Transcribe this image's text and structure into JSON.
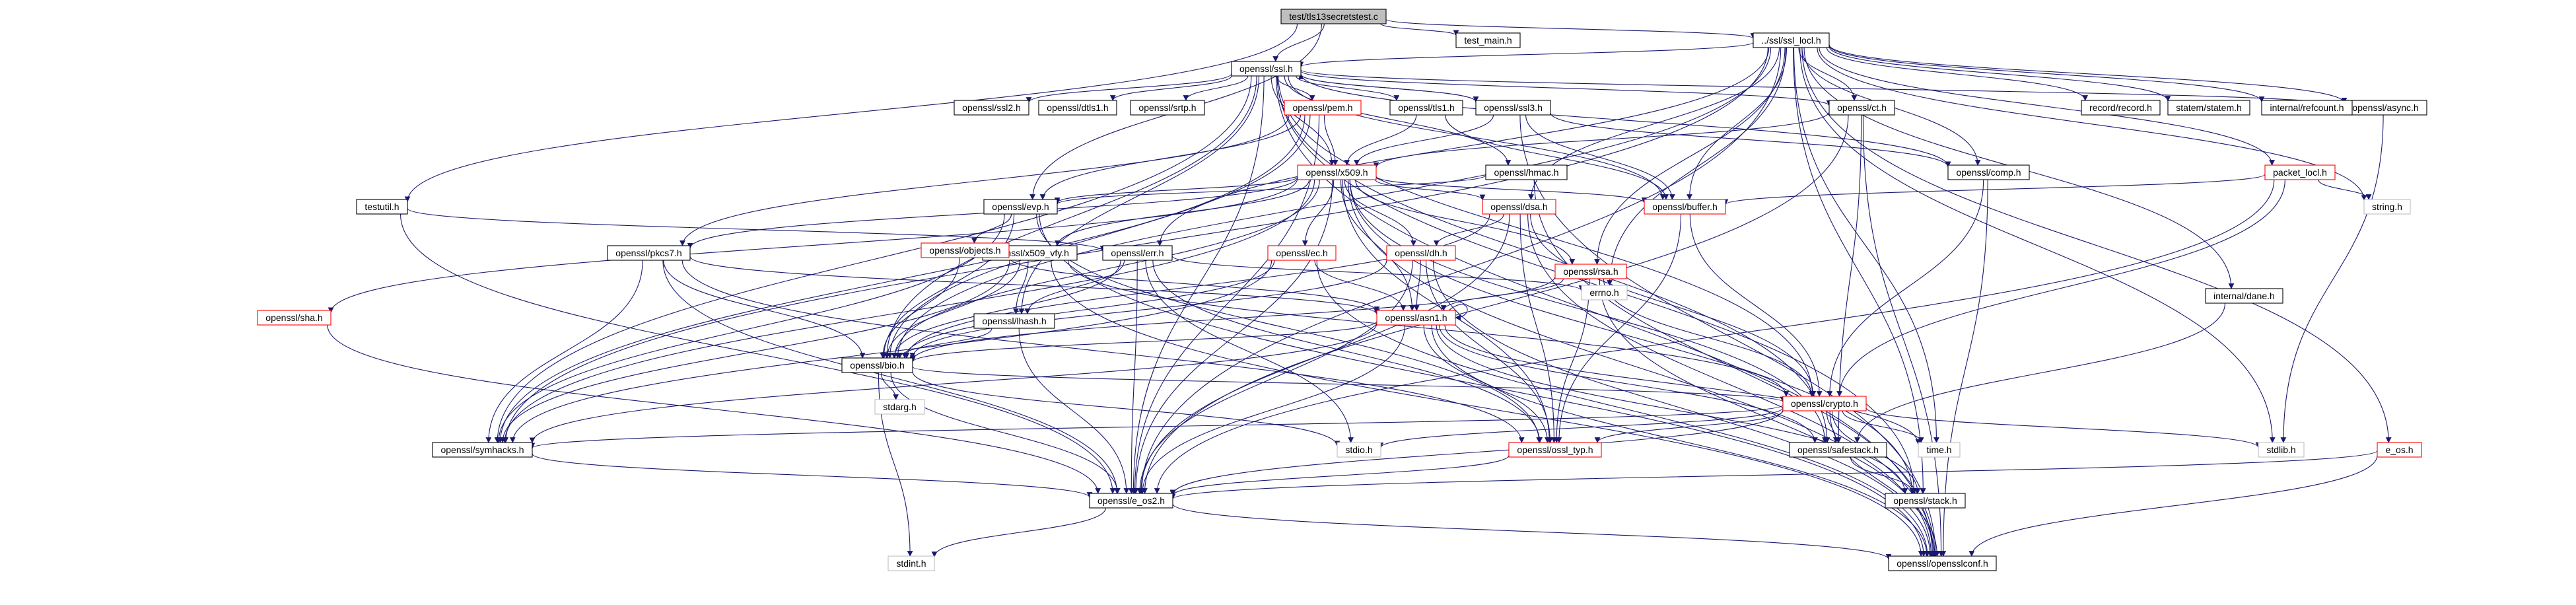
{
  "graph": {
    "nodes": [
      {
        "id": "root",
        "label": "test/tls13secretstest.c",
        "fill": "#bfbfbf",
        "stroke": "#000000"
      },
      {
        "id": "ssl_locl",
        "label": "../ssl/ssl_locl.h",
        "fill": "#ffffff",
        "stroke": "#000000"
      },
      {
        "id": "test_main",
        "label": "test_main.h",
        "fill": "#ffffff",
        "stroke": "#000000"
      },
      {
        "id": "ssl",
        "label": "openssl/ssl.h",
        "fill": "#ffffff",
        "stroke": "#000000"
      },
      {
        "id": "testutil",
        "label": "testutil.h",
        "fill": "#ffffff",
        "stroke": "#000000"
      },
      {
        "id": "ssl2",
        "label": "openssl/ssl2.h",
        "fill": "#ffffff",
        "stroke": "#000000"
      },
      {
        "id": "dtls1",
        "label": "openssl/dtls1.h",
        "fill": "#ffffff",
        "stroke": "#000000"
      },
      {
        "id": "srtp",
        "label": "openssl/srtp.h",
        "fill": "#ffffff",
        "stroke": "#000000"
      },
      {
        "id": "pem",
        "label": "openssl/pem.h",
        "fill": "#ffffff",
        "stroke": "#ff0000"
      },
      {
        "id": "tls1",
        "label": "openssl/tls1.h",
        "fill": "#ffffff",
        "stroke": "#000000"
      },
      {
        "id": "ssl3",
        "label": "openssl/ssl3.h",
        "fill": "#ffffff",
        "stroke": "#000000"
      },
      {
        "id": "ct",
        "label": "openssl/ct.h",
        "fill": "#ffffff",
        "stroke": "#000000"
      },
      {
        "id": "async",
        "label": "openssl/async.h",
        "fill": "#ffffff",
        "stroke": "#000000"
      },
      {
        "id": "record",
        "label": "record/record.h",
        "fill": "#ffffff",
        "stroke": "#000000"
      },
      {
        "id": "statem",
        "label": "statem/statem.h",
        "fill": "#ffffff",
        "stroke": "#000000"
      },
      {
        "id": "refcount",
        "label": "internal/refcount.h",
        "fill": "#ffffff",
        "stroke": "#000000"
      },
      {
        "id": "x509",
        "label": "openssl/x509.h",
        "fill": "#ffffff",
        "stroke": "#ff0000"
      },
      {
        "id": "hmac",
        "label": "openssl/hmac.h",
        "fill": "#ffffff",
        "stroke": "#000000"
      },
      {
        "id": "comp",
        "label": "openssl/comp.h",
        "fill": "#ffffff",
        "stroke": "#000000"
      },
      {
        "id": "packet",
        "label": "packet_locl.h",
        "fill": "#ffffff",
        "stroke": "#ff0000"
      },
      {
        "id": "evp",
        "label": "openssl/evp.h",
        "fill": "#ffffff",
        "stroke": "#000000"
      },
      {
        "id": "dsa",
        "label": "openssl/dsa.h",
        "fill": "#ffffff",
        "stroke": "#ff0000"
      },
      {
        "id": "buffer",
        "label": "openssl/buffer.h",
        "fill": "#ffffff",
        "stroke": "#ff0000"
      },
      {
        "id": "string",
        "label": "string.h",
        "fill": "#ffffff",
        "stroke": "#bfbfbf"
      },
      {
        "id": "pkcs7",
        "label": "openssl/pkcs7.h",
        "fill": "#ffffff",
        "stroke": "#000000"
      },
      {
        "id": "x509vfy",
        "label": "openssl/x509_vfy.h",
        "fill": "#ffffff",
        "stroke": "#000000"
      },
      {
        "id": "objects",
        "label": "openssl/objects.h",
        "fill": "#ffffff",
        "stroke": "#ff0000"
      },
      {
        "id": "err",
        "label": "openssl/err.h",
        "fill": "#ffffff",
        "stroke": "#000000"
      },
      {
        "id": "ec",
        "label": "openssl/ec.h",
        "fill": "#ffffff",
        "stroke": "#ff0000"
      },
      {
        "id": "dh",
        "label": "openssl/dh.h",
        "fill": "#ffffff",
        "stroke": "#ff0000"
      },
      {
        "id": "rsa",
        "label": "openssl/rsa.h",
        "fill": "#ffffff",
        "stroke": "#ff0000"
      },
      {
        "id": "errno",
        "label": "errno.h",
        "fill": "#ffffff",
        "stroke": "#bfbfbf"
      },
      {
        "id": "dane",
        "label": "internal/dane.h",
        "fill": "#ffffff",
        "stroke": "#000000"
      },
      {
        "id": "sha",
        "label": "openssl/sha.h",
        "fill": "#ffffff",
        "stroke": "#ff0000"
      },
      {
        "id": "lhash",
        "label": "openssl/lhash.h",
        "fill": "#ffffff",
        "stroke": "#000000"
      },
      {
        "id": "asn1",
        "label": "openssl/asn1.h",
        "fill": "#ffffff",
        "stroke": "#ff0000"
      },
      {
        "id": "bio",
        "label": "openssl/bio.h",
        "fill": "#ffffff",
        "stroke": "#000000"
      },
      {
        "id": "crypto",
        "label": "openssl/crypto.h",
        "fill": "#ffffff",
        "stroke": "#ff0000"
      },
      {
        "id": "stdarg",
        "label": "stdarg.h",
        "fill": "#ffffff",
        "stroke": "#bfbfbf"
      },
      {
        "id": "symhacks",
        "label": "openssl/symhacks.h",
        "fill": "#ffffff",
        "stroke": "#000000"
      },
      {
        "id": "stdio",
        "label": "stdio.h",
        "fill": "#ffffff",
        "stroke": "#bfbfbf"
      },
      {
        "id": "ossl_typ",
        "label": "openssl/ossl_typ.h",
        "fill": "#ffffff",
        "stroke": "#ff0000"
      },
      {
        "id": "safestack",
        "label": "openssl/safestack.h",
        "fill": "#ffffff",
        "stroke": "#000000"
      },
      {
        "id": "time",
        "label": "time.h",
        "fill": "#ffffff",
        "stroke": "#bfbfbf"
      },
      {
        "id": "stdlib",
        "label": "stdlib.h",
        "fill": "#ffffff",
        "stroke": "#bfbfbf"
      },
      {
        "id": "e_os",
        "label": "e_os.h",
        "fill": "#ffffff",
        "stroke": "#ff0000"
      },
      {
        "id": "e_os2",
        "label": "openssl/e_os2.h",
        "fill": "#ffffff",
        "stroke": "#000000"
      },
      {
        "id": "stack",
        "label": "openssl/stack.h",
        "fill": "#ffffff",
        "stroke": "#000000"
      },
      {
        "id": "stdint",
        "label": "stdint.h",
        "fill": "#ffffff",
        "stroke": "#bfbfbf"
      },
      {
        "id": "opensslconf",
        "label": "openssl/opensslconf.h",
        "fill": "#ffffff",
        "stroke": "#000000"
      }
    ],
    "edges": [
      [
        "root",
        "ssl_locl"
      ],
      [
        "root",
        "test_main"
      ],
      [
        "root",
        "ssl"
      ],
      [
        "root",
        "testutil"
      ],
      [
        "root",
        "evp"
      ],
      [
        "ssl_locl",
        "ssl"
      ],
      [
        "ssl_locl",
        "e_os2"
      ],
      [
        "ssl_locl",
        "buffer"
      ],
      [
        "ssl_locl",
        "comp"
      ],
      [
        "ssl_locl",
        "bio"
      ],
      [
        "ssl_locl",
        "stack"
      ],
      [
        "ssl_locl",
        "rsa"
      ],
      [
        "ssl_locl",
        "dsa"
      ],
      [
        "ssl_locl",
        "err"
      ],
      [
        "ssl_locl",
        "ct"
      ],
      [
        "ssl_locl",
        "symhacks"
      ],
      [
        "ssl_locl",
        "async"
      ],
      [
        "ssl_locl",
        "record"
      ],
      [
        "ssl_locl",
        "statem"
      ],
      [
        "ssl_locl",
        "packet"
      ],
      [
        "ssl_locl",
        "refcount"
      ],
      [
        "ssl_locl",
        "dane"
      ],
      [
        "ssl_locl",
        "e_os"
      ],
      [
        "ssl_locl",
        "string"
      ],
      [
        "ssl_locl",
        "errno"
      ],
      [
        "ssl_locl",
        "stdlib"
      ],
      [
        "ssl_locl",
        "time"
      ],
      [
        "ssl",
        "e_os2"
      ],
      [
        "ssl",
        "opensslconf"
      ],
      [
        "ssl",
        "comp"
      ],
      [
        "ssl",
        "bio"
      ],
      [
        "ssl",
        "x509"
      ],
      [
        "ssl",
        "stack"
      ],
      [
        "ssl",
        "symhacks"
      ],
      [
        "ssl",
        "safestack"
      ],
      [
        "ssl",
        "ssl2"
      ],
      [
        "ssl",
        "ssl3"
      ],
      [
        "ssl",
        "tls1"
      ],
      [
        "ssl",
        "dtls1"
      ],
      [
        "ssl",
        "srtp"
      ],
      [
        "ssl",
        "pem"
      ],
      [
        "ssl",
        "hmac"
      ],
      [
        "ssl",
        "async"
      ],
      [
        "ssl",
        "ct"
      ],
      [
        "ssl",
        "lhash"
      ],
      [
        "ssl",
        "buffer"
      ],
      [
        "ssl",
        "crypto"
      ],
      [
        "ssl3",
        "comp"
      ],
      [
        "ssl3",
        "buffer"
      ],
      [
        "ssl3",
        "x509"
      ],
      [
        "ssl3",
        "ssl"
      ],
      [
        "ssl3",
        "opensslconf"
      ],
      [
        "tls1",
        "buffer"
      ],
      [
        "tls1",
        "x509"
      ],
      [
        "pem",
        "e_os2"
      ],
      [
        "pem",
        "bio"
      ],
      [
        "pem",
        "x509"
      ],
      [
        "pem",
        "evp"
      ],
      [
        "pem",
        "pkcs7"
      ],
      [
        "pem",
        "symhacks"
      ],
      [
        "hmac",
        "evp"
      ],
      [
        "hmac",
        "opensslconf"
      ],
      [
        "ct",
        "x509"
      ],
      [
        "ct",
        "safestack"
      ],
      [
        "ct",
        "opensslconf"
      ],
      [
        "ct",
        "e_os2"
      ],
      [
        "comp",
        "crypto"
      ],
      [
        "comp",
        "opensslconf"
      ],
      [
        "async",
        "stdlib"
      ],
      [
        "packet",
        "string"
      ],
      [
        "packet",
        "buffer"
      ],
      [
        "packet",
        "crypto"
      ],
      [
        "packet",
        "e_os2"
      ],
      [
        "x509",
        "e_os2"
      ],
      [
        "x509",
        "ossl_typ"
      ],
      [
        "x509",
        "symhacks"
      ],
      [
        "x509",
        "buffer"
      ],
      [
        "x509",
        "evp"
      ],
      [
        "x509",
        "bio"
      ],
      [
        "x509",
        "stack"
      ],
      [
        "x509",
        "asn1"
      ],
      [
        "x509",
        "safestack"
      ],
      [
        "x509",
        "ec"
      ],
      [
        "x509",
        "rsa"
      ],
      [
        "x509",
        "dsa"
      ],
      [
        "x509",
        "dh"
      ],
      [
        "x509",
        "sha"
      ],
      [
        "x509",
        "x509vfy"
      ],
      [
        "x509",
        "pkcs7"
      ],
      [
        "x509",
        "opensslconf"
      ],
      [
        "evp",
        "opensslconf"
      ],
      [
        "evp",
        "ossl_typ"
      ],
      [
        "evp",
        "symhacks"
      ],
      [
        "evp",
        "bio"
      ],
      [
        "evp",
        "objects"
      ],
      [
        "dsa",
        "opensslconf"
      ],
      [
        "dsa",
        "e_os2"
      ],
      [
        "dsa",
        "bio"
      ],
      [
        "dsa",
        "crypto"
      ],
      [
        "dsa",
        "ossl_typ"
      ],
      [
        "dsa",
        "dh"
      ],
      [
        "buffer",
        "ossl_typ"
      ],
      [
        "buffer",
        "crypto"
      ],
      [
        "testutil",
        "err"
      ],
      [
        "testutil",
        "e_os2"
      ],
      [
        "pkcs7",
        "asn1"
      ],
      [
        "pkcs7",
        "bio"
      ],
      [
        "pkcs7",
        "e_os2"
      ],
      [
        "pkcs7",
        "symhacks"
      ],
      [
        "pkcs7",
        "ossl_typ"
      ],
      [
        "x509vfy",
        "opensslconf"
      ],
      [
        "x509vfy",
        "lhash"
      ],
      [
        "x509vfy",
        "bio"
      ],
      [
        "x509vfy",
        "crypto"
      ],
      [
        "x509vfy",
        "symhacks"
      ],
      [
        "objects",
        "asn1"
      ],
      [
        "objects",
        "bio"
      ],
      [
        "err",
        "e_os2"
      ],
      [
        "err",
        "stdio"
      ],
      [
        "err",
        "ossl_typ"
      ],
      [
        "err",
        "bio"
      ],
      [
        "err",
        "lhash"
      ],
      [
        "err",
        "errno"
      ],
      [
        "ec",
        "opensslconf"
      ],
      [
        "ec",
        "asn1"
      ],
      [
        "ec",
        "symhacks"
      ],
      [
        "ec",
        "bio"
      ],
      [
        "dh",
        "opensslconf"
      ],
      [
        "dh",
        "e_os2"
      ],
      [
        "dh",
        "bio"
      ],
      [
        "dh",
        "asn1"
      ],
      [
        "dh",
        "ossl_typ"
      ],
      [
        "rsa",
        "opensslconf"
      ],
      [
        "rsa",
        "asn1"
      ],
      [
        "rsa",
        "bio"
      ],
      [
        "rsa",
        "crypto"
      ],
      [
        "rsa",
        "ossl_typ"
      ],
      [
        "dane",
        "safestack"
      ],
      [
        "sha",
        "e_os2"
      ],
      [
        "lhash",
        "e_os2"
      ],
      [
        "lhash",
        "bio"
      ],
      [
        "asn1",
        "time"
      ],
      [
        "asn1",
        "e_os2"
      ],
      [
        "asn1",
        "opensslconf"
      ],
      [
        "asn1",
        "bio"
      ],
      [
        "asn1",
        "stack"
      ],
      [
        "asn1",
        "safestack"
      ],
      [
        "asn1",
        "asn1"
      ],
      [
        "asn1",
        "symhacks"
      ],
      [
        "asn1",
        "ossl_typ"
      ],
      [
        "bio",
        "e_os2"
      ],
      [
        "bio",
        "stdio"
      ],
      [
        "bio",
        "stdarg"
      ],
      [
        "bio",
        "crypto"
      ],
      [
        "bio",
        "stdint"
      ],
      [
        "crypto",
        "stdlib"
      ],
      [
        "crypto",
        "time"
      ],
      [
        "crypto",
        "e_os2"
      ],
      [
        "crypto",
        "safestack"
      ],
      [
        "crypto",
        "stack"
      ],
      [
        "crypto",
        "ossl_typ"
      ],
      [
        "crypto",
        "opensslconf"
      ],
      [
        "crypto",
        "symhacks"
      ],
      [
        "crypto",
        "stdio"
      ],
      [
        "symhacks",
        "e_os2"
      ],
      [
        "ossl_typ",
        "e_os2"
      ],
      [
        "safestack",
        "stack"
      ],
      [
        "e_os",
        "e_os2"
      ],
      [
        "e_os",
        "opensslconf"
      ],
      [
        "e_os2",
        "opensslconf"
      ],
      [
        "e_os2",
        "stdint"
      ]
    ]
  }
}
